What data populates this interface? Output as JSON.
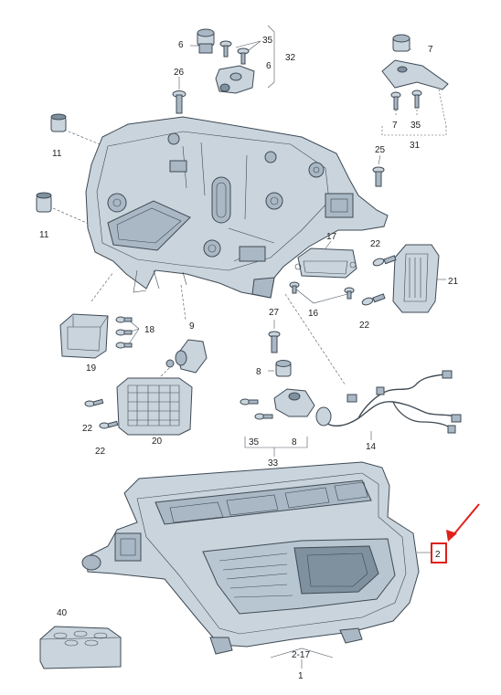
{
  "colors": {
    "part_fill": "#c9d4dd",
    "part_shade": "#a9b8c4",
    "part_dark": "#7f909e",
    "outline": "#3f4a54",
    "callout_red": "#e0201b"
  },
  "callouts": {
    "c6a": "6",
    "c35a": "35",
    "c6b": "6",
    "c32": "32",
    "c26": "26",
    "c7a": "7",
    "c7b": "7",
    "c35b": "35",
    "c31": "31",
    "c11a": "11",
    "c11b": "11",
    "c25": "25",
    "c17": "17",
    "c22a": "22",
    "c21": "21",
    "c16": "16",
    "c22b": "22",
    "c18": "18",
    "c19": "19",
    "c9": "9",
    "c27": "27",
    "c8a": "8",
    "c22c": "22",
    "c22d": "22",
    "c20": "20",
    "c35c": "35",
    "c8b": "8",
    "c33": "33",
    "c14": "14",
    "c2": "2",
    "c40": "40",
    "c2_17": "2-17",
    "c1": "1"
  }
}
